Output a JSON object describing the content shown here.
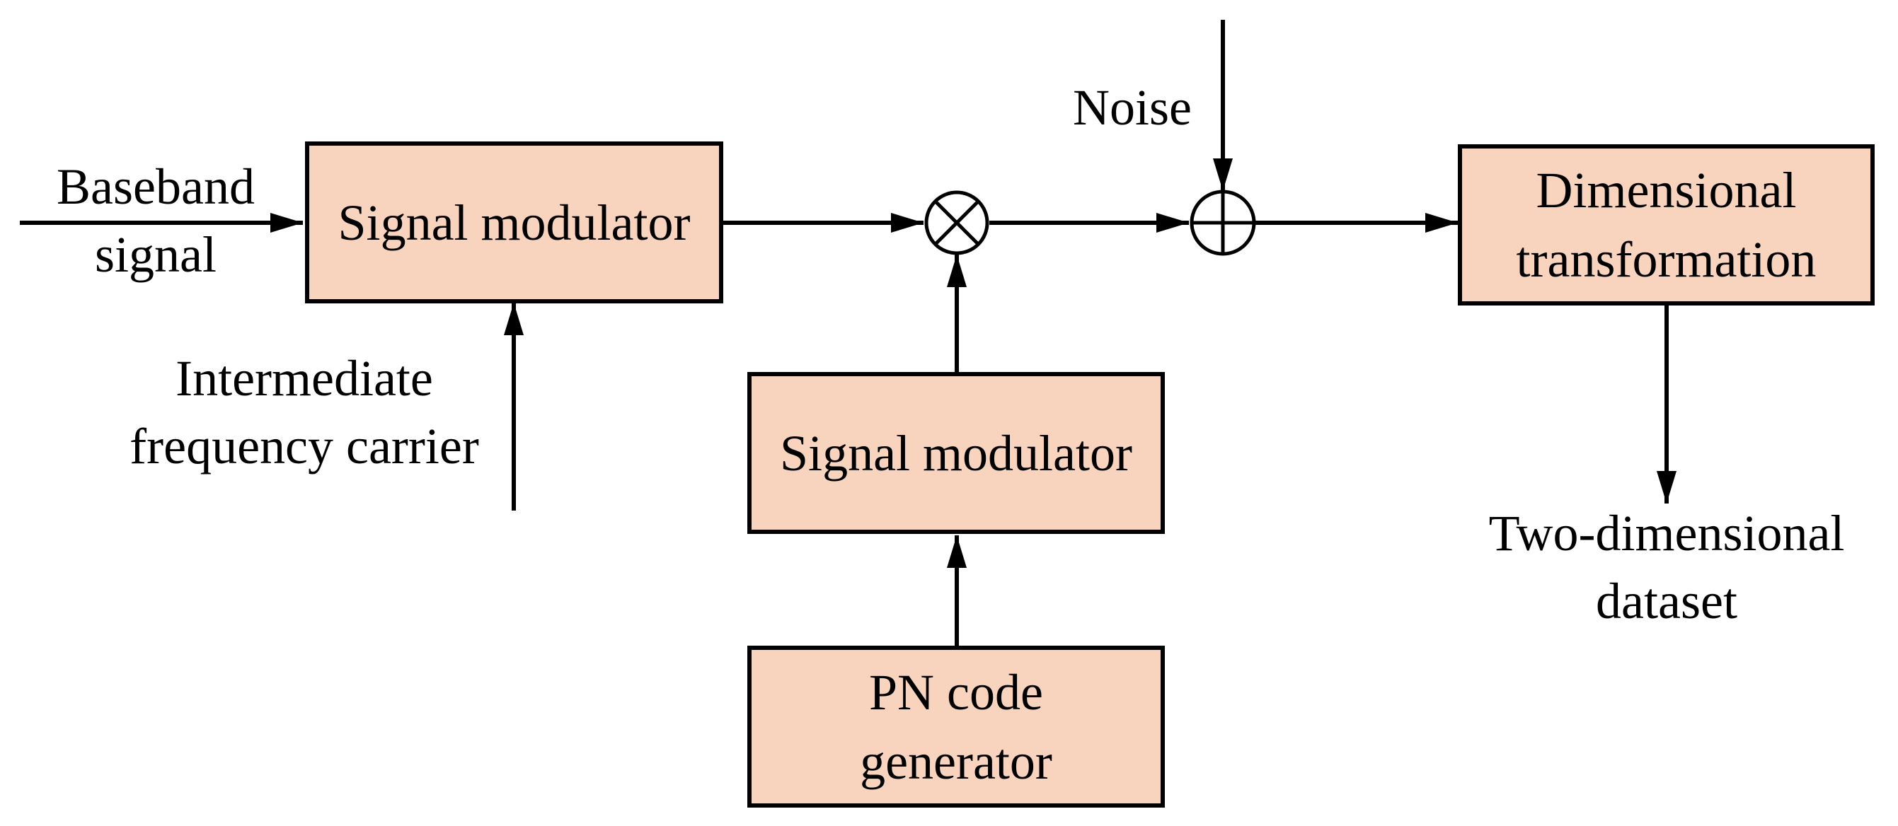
{
  "colors": {
    "block_fill": "#f8d3be",
    "stroke": "#000000",
    "background": "#ffffff"
  },
  "blocks": {
    "signal_modulator_top": "Signal modulator",
    "signal_modulator_bottom": "Signal modulator",
    "pn_code_generator": [
      "PN code",
      "generator"
    ],
    "dimensional_transformation": [
      "Dimensional",
      "transformation"
    ]
  },
  "labels": {
    "baseband_signal": [
      "Baseband",
      "signal"
    ],
    "intermediate_frequency_carrier": [
      "Intermediate",
      "frequency carrier"
    ],
    "noise": "Noise",
    "two_dimensional_dataset": [
      "Two-dimensional",
      "dataset"
    ]
  },
  "operators": {
    "multiplier": "multiply",
    "adder": "add"
  }
}
